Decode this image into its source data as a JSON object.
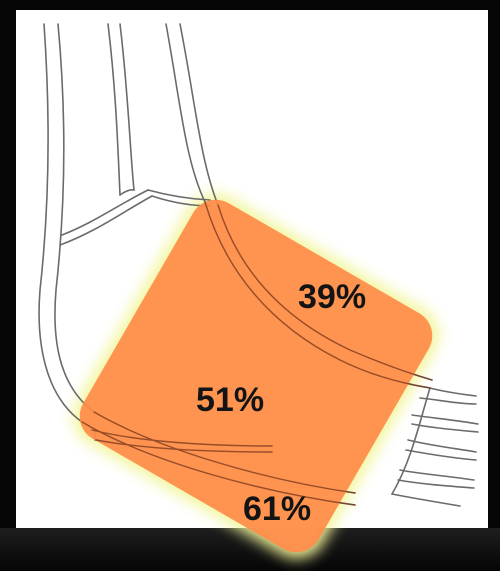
{
  "regions": [
    {
      "name": "upper-region",
      "value": "39%"
    },
    {
      "name": "middle-region",
      "value": "51%"
    },
    {
      "name": "lower-region",
      "value": "61%"
    }
  ],
  "colors": {
    "highlight_fill": "#ff8c4a",
    "highlight_glow": "#f2f59a",
    "outline": "#6b6b6b",
    "frame": "#050505",
    "panel": "#ffffff"
  }
}
